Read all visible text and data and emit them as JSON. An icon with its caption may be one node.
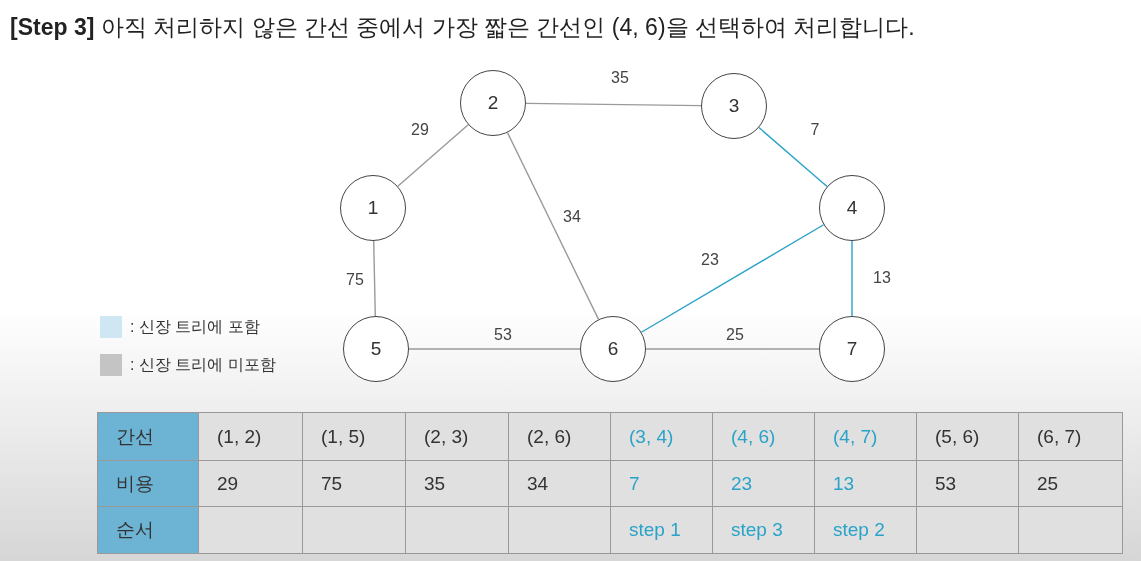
{
  "diagram": {
    "title": "**[Step 3]** 아직 처리하지 않은 간선 중에서 가장 짧은 간선인 (4, 6)을 선택하여 처리합니다.",
    "nodes": [
      {
        "text": [
          "1"
        ]
      },
      {
        "text": [
          "2"
        ]
      },
      {
        "text": [
          "3"
        ]
      },
      {
        "text": [
          "4"
        ]
      },
      {
        "text": [
          "5"
        ]
      },
      {
        "text": [
          "6"
        ]
      },
      {
        "text": [
          "7"
        ]
      }
    ],
    "edges": [
      {
        "from": 0,
        "to": 1,
        "arrow": "none",
        "label": "29"
      },
      {
        "from": 0,
        "to": 4,
        "arrow": "none",
        "label": "75"
      },
      {
        "from": 1,
        "to": 2,
        "arrow": "none",
        "label": "35"
      },
      {
        "from": 1,
        "to": 5,
        "arrow": "none",
        "label": "34"
      },
      {
        "from": 2,
        "to": 3,
        "arrow": "none",
        "label": "7",
        "color": "#2aa3c8"
      },
      {
        "from": 3,
        "to": 5,
        "arrow": "none",
        "label": "23",
        "color": "#2aa3c8"
      },
      {
        "from": 3,
        "to": 6,
        "arrow": "none",
        "label": "13",
        "color": "#2aa3c8"
      },
      {
        "from": 4,
        "to": 5,
        "arrow": "none",
        "label": "53"
      },
      {
        "from": 5,
        "to": 6,
        "arrow": "none",
        "label": "25"
      }
    ],
    "labels": [
      "간선",
      "(1, 2)",
      "(1, 5)",
      "(2, 3)",
      "(2, 6)",
      "(3, 4)",
      "(4, 6)",
      "(4, 7)",
      "(5, 6)",
      "(6, 7)",
      "비용",
      "29",
      "75",
      "35",
      "34",
      "7",
      "23",
      "13",
      "53",
      "25",
      "순서",
      "step 1",
      "step 3",
      "step 2"
    ],
    "legend": [
      {
        "text": ": 신장 트리에 포함",
        "color": "#cfe7f3"
      },
      {
        "text": ": 신장 트리에 미포함",
        "color": "#c4c4c4"
      }
    ]
  }
}
